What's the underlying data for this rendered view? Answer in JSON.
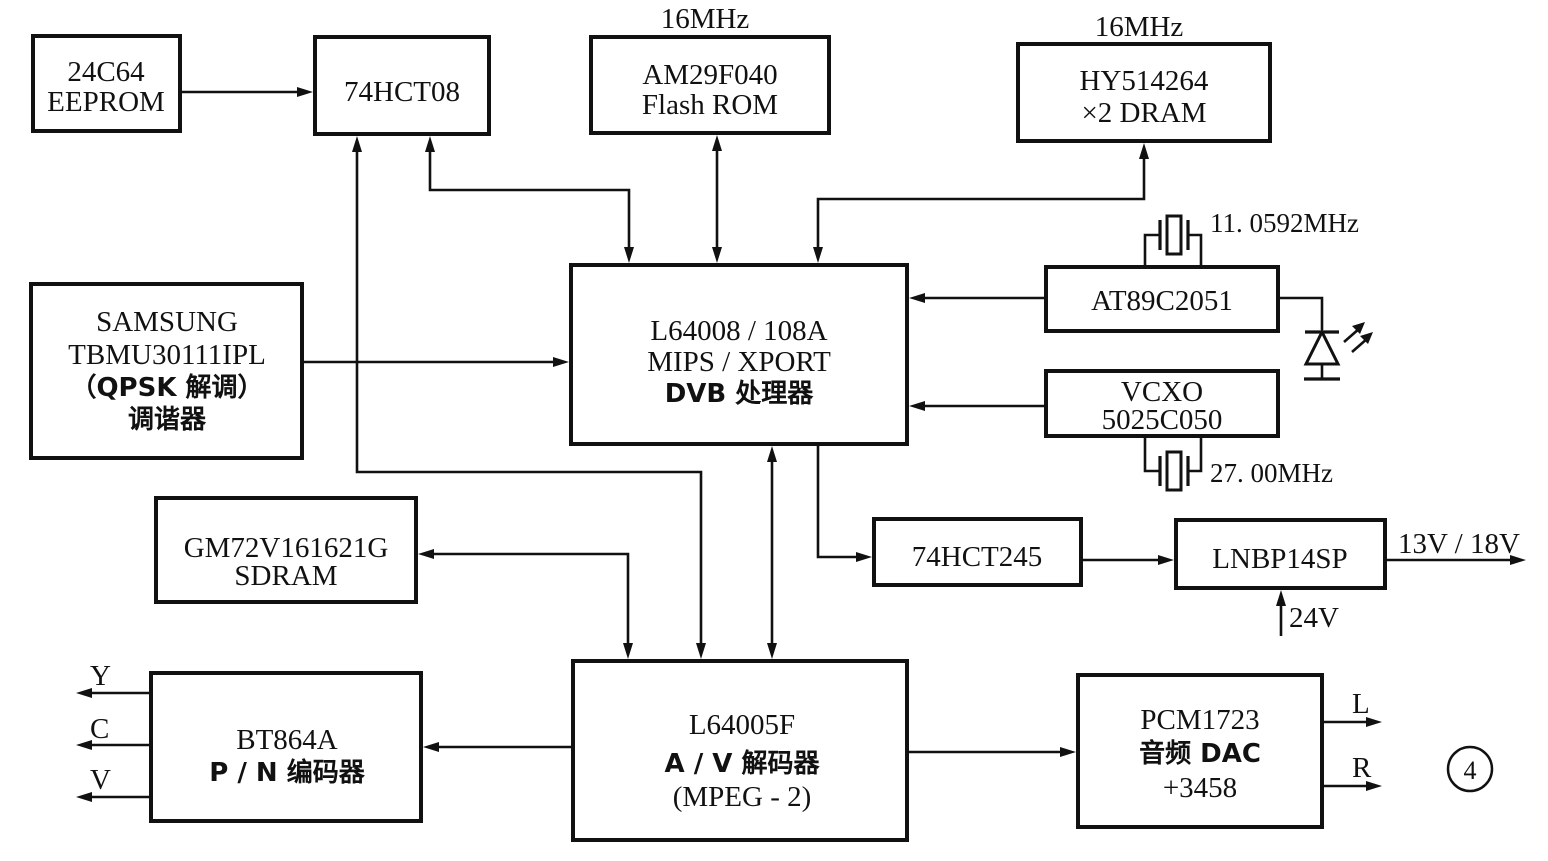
{
  "blocks": {
    "eeprom": {
      "line1": "24C64",
      "line2": "EEPROM"
    },
    "and_gate": {
      "line1": "74HCT08"
    },
    "flash": {
      "freq": "16MHz",
      "line1": "AM29F040",
      "line2": "Flash ROM"
    },
    "dram": {
      "freq": "16MHz",
      "line1": "HY514264",
      "line2": "×2  DRAM"
    },
    "mcu": {
      "line1": "AT89C2051",
      "crystal": "11. 0592MHz"
    },
    "vcxo": {
      "line1": "VCXO",
      "line2": "5025C050",
      "crystal": "27. 00MHz"
    },
    "tuner": {
      "line1": "SAMSUNG",
      "line2": "TBMU30111IPL",
      "line3": "（QPSK 解调）",
      "line4": "调谐器"
    },
    "dvb_proc": {
      "line1": "L64008 / 108A",
      "line2": "MIPS / XPORT",
      "line3": "DVB 处理器"
    },
    "sdram": {
      "line1": "GM72V161621G",
      "line2": "SDRAM"
    },
    "buffer": {
      "line1": "74HCT245"
    },
    "lnb": {
      "line1": "LNBP14SP",
      "out": "13V / 18V",
      "supply": "24V"
    },
    "encoder": {
      "line1": "BT864A",
      "line2": "P / N 编码器",
      "out_y": "Y",
      "out_c": "C",
      "out_v": "V"
    },
    "av_decoder": {
      "line1": "L64005F",
      "line2": "A / V 解码器",
      "line3": "(MPEG - 2)"
    },
    "audio_dac": {
      "line1": "PCM1723",
      "line2": "音频 DAC",
      "line3": "+3458",
      "out_l": "L",
      "out_r": "R"
    }
  },
  "figure_number": "④"
}
